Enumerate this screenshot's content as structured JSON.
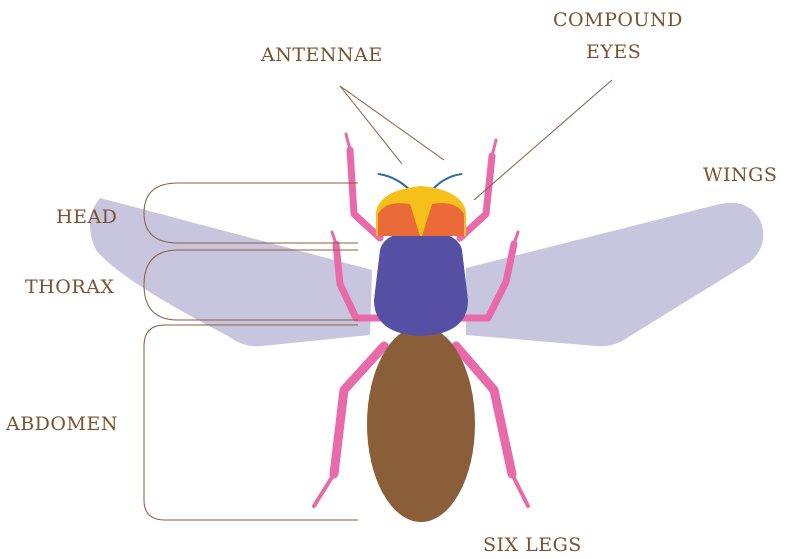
{
  "labels": {
    "antennae": "ANTENNAE",
    "compound_eyes_1": "COMPOUND",
    "compound_eyes_2": "EYES",
    "wings": "WINGS",
    "head": "HEAD",
    "thorax": "THORAX",
    "abdomen": "ABDOMEN",
    "legs": "SIX LEGS"
  },
  "colors": {
    "label_text": "#7a5230",
    "leader_line": "#8b5e3c",
    "wing": "#c8c5de",
    "leg": "#e96aa8",
    "head": "#f5c01a",
    "eye": "#ea6a3a",
    "antenna": "#2a6fa0",
    "thorax": "#5550a4",
    "abdomen": "#8b5e3a"
  }
}
